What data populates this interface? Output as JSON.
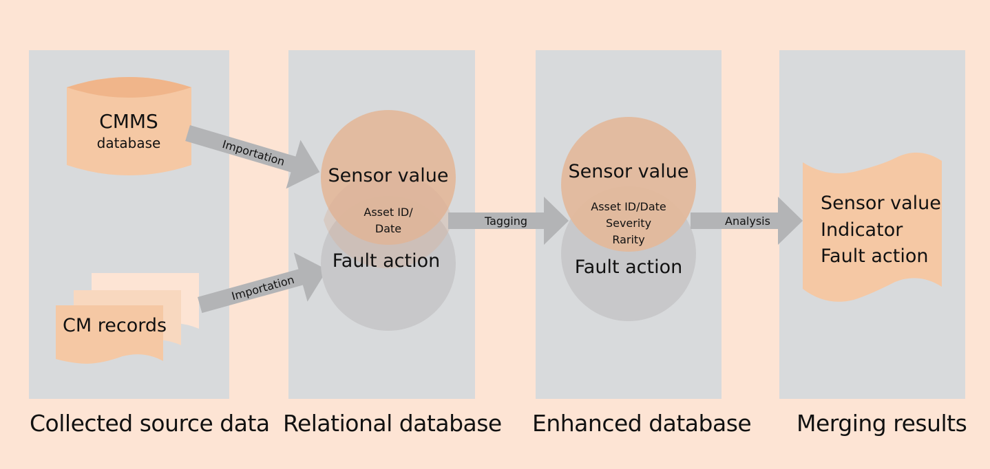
{
  "colors": {
    "background": "#fde4d4",
    "panel": "#d8dadc",
    "shape_orange": "#f5c8a4",
    "shape_orange_top": "#f0b58a",
    "circle_sensor": "#e3b99a",
    "circle_fault": "#c8c8ca",
    "arrow": "#b3b4b6",
    "doc_back": "#fde4d4",
    "doc_mid": "#f8d8bf"
  },
  "stages": [
    {
      "label": "Collected source data"
    },
    {
      "label": "Relational database"
    },
    {
      "label": "Enhanced database"
    },
    {
      "label": "Merging results"
    }
  ],
  "sources": {
    "cmms": {
      "title": "CMMS",
      "subtitle": "database"
    },
    "cm_records": {
      "title": "CM records"
    }
  },
  "arrows": {
    "import_cmms": "Importation",
    "import_cm": "Importation",
    "tagging": "Tagging",
    "analysis": "Analysis"
  },
  "relational": {
    "sensor": "Sensor value",
    "overlap": [
      "Asset ID/",
      "Date"
    ],
    "fault": "Fault action"
  },
  "enhanced": {
    "sensor": "Sensor value",
    "overlap": [
      "Asset ID/Date",
      "Severity",
      "Rarity"
    ],
    "fault": "Fault action"
  },
  "results": {
    "lines": [
      "Sensor value",
      "Indicator",
      "Fault action"
    ]
  }
}
